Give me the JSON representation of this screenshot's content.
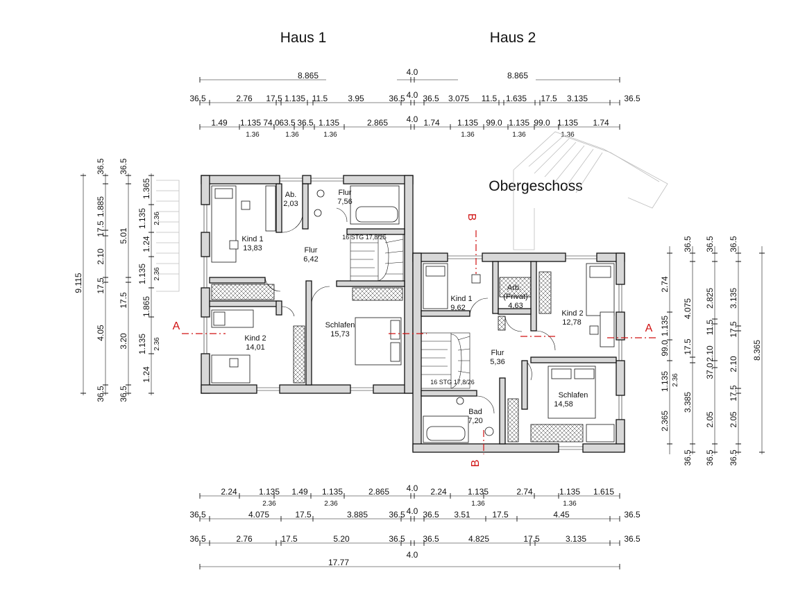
{
  "header": {
    "haus1": "Haus 1",
    "haus2": "Haus 2"
  },
  "floor_title": "Obergeschoss",
  "rooms": [
    {
      "id": "kind1-h1",
      "name": "Kind 1",
      "area": "13,83"
    },
    {
      "id": "ab-h1",
      "name": "Ab.",
      "area": "2,03"
    },
    {
      "id": "flur-bath-h1",
      "name": "Flur",
      "area": "7,56"
    },
    {
      "id": "flur-h1",
      "name": "Flur",
      "area": "6,42"
    },
    {
      "id": "kind2-h1",
      "name": "Kind 2",
      "area": "14,01"
    },
    {
      "id": "schlafen-h1",
      "name": "Schlafen",
      "area": "15,73"
    },
    {
      "id": "kind1-h2",
      "name": "Kind 1",
      "area": "9,62"
    },
    {
      "id": "arb-h2",
      "name": "Arb.",
      "name2": "(Privat)",
      "area": "4,63"
    },
    {
      "id": "kind2-h2",
      "name": "Kind 2",
      "area": "12,78"
    },
    {
      "id": "flur-h2",
      "name": "Flur",
      "area": "5,36"
    },
    {
      "id": "schlafen-h2",
      "name": "Schlafen",
      "area": "14,58"
    },
    {
      "id": "bad-h2",
      "name": "Bad",
      "area": "7,20"
    }
  ],
  "stairs": {
    "h1": "16 STG 17,8/25",
    "h2": "16 STG 17,8/26"
  },
  "section_labels": {
    "a": "A",
    "b": "B"
  },
  "top_dims": {
    "row1": [
      "8.865",
      "4.0",
      "8.865"
    ],
    "row2": [
      "36.5",
      "2.76",
      "17.5",
      "1.135",
      "11.5",
      "3.95",
      "36.5",
      "4.0",
      "36.5",
      "3.075",
      "11.5",
      "1.635",
      "17.5",
      "3.135",
      "36.5"
    ],
    "row3": [
      "1.49",
      "1.135",
      "74.0",
      "63.5",
      "36.5",
      "1.135",
      "2.865",
      "4.0",
      "1.74",
      "1.135",
      "99.0",
      "1.135",
      "99.0",
      "1.135",
      "1.74"
    ],
    "row3_sub": [
      "1.36",
      "1.36",
      "1.36",
      "1.36",
      "1.36",
      "1.36"
    ]
  },
  "bottom_dims": {
    "row1": [
      "2.24",
      "1.135",
      "1.49",
      "1.135",
      "2.865",
      "4.0",
      "2.24",
      "1.135",
      "2.74",
      "1.135",
      "1.615"
    ],
    "row1_sub": [
      "2.36",
      "2.36",
      "1.36",
      "1.36"
    ],
    "row2": [
      "36.5",
      "4.075",
      "17.5",
      "3.885",
      "36.5",
      "4.0",
      "36.5",
      "3.51",
      "17.5",
      "4.45",
      "36.5"
    ],
    "row3": [
      "36.5",
      "2.76",
      "17.5",
      "5.20",
      "36.5",
      "36.5",
      "4.825",
      "17.5",
      "3.135",
      "36.5"
    ],
    "row3_sub": "4.0",
    "total": "17.77"
  },
  "left_dims": {
    "total": "9.115",
    "c2": [
      "36.5",
      "1.885",
      "17.5",
      "2.10",
      "17.5",
      "4.05",
      "36.5"
    ],
    "c3": [
      "36.5",
      "5.01",
      "17.5",
      "3.20",
      "36.5"
    ],
    "c4": [
      "1.365",
      "1.135",
      "1.24",
      "1.135",
      "1.865",
      "1.135",
      "1.24"
    ],
    "c4_sub": [
      "2.36",
      "2.36",
      "2.36"
    ]
  },
  "right_dims": {
    "total": "8.365",
    "c1": [
      "2.74",
      "1.135",
      "99.0",
      "1.135",
      "2.365"
    ],
    "c1_sub": "2.36",
    "c2": [
      "36.5",
      "4.075",
      "17.5",
      "3.385",
      "36.5"
    ],
    "c3": [
      "36.5",
      "2.825",
      "11.5",
      "2.10",
      "37.0",
      "2.05",
      "36.5"
    ],
    "c4": [
      "36.5",
      "3.135",
      "17.5",
      "2.10",
      "17.5",
      "2.05",
      "36.5"
    ]
  }
}
